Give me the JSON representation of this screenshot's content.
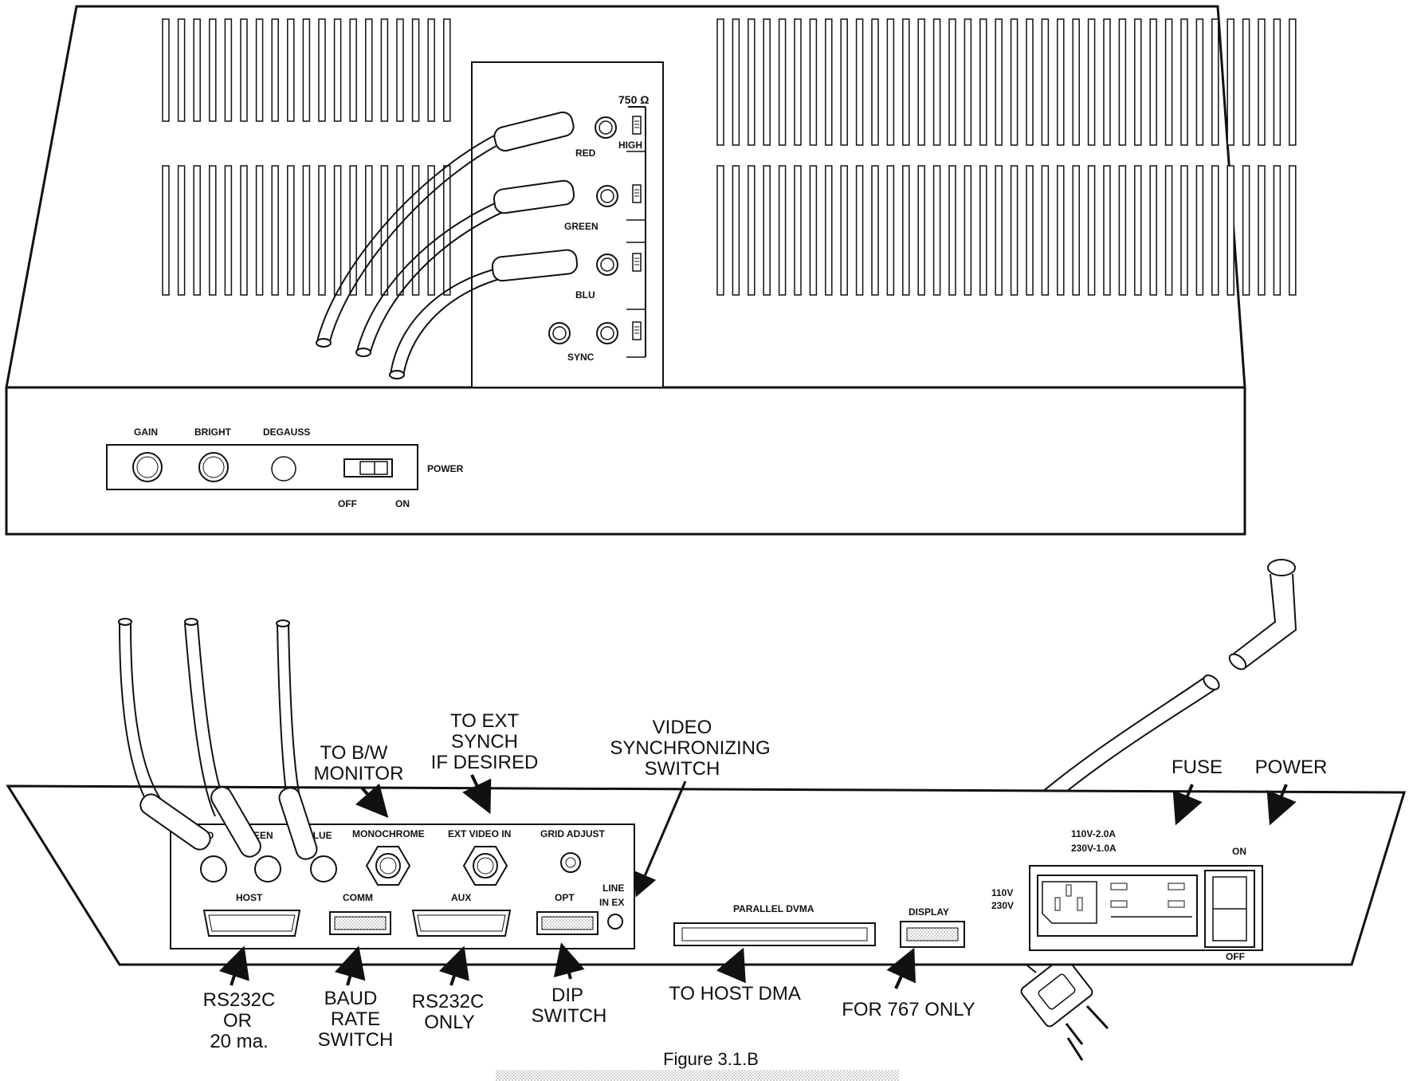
{
  "monitor": {
    "termination_label": "750 Ω",
    "high_label": "HIGH",
    "jacks": [
      "RED",
      "GREEN",
      "BLU",
      "SYNC"
    ],
    "controls": [
      "GAIN",
      "BRIGHT",
      "DEGAUSS"
    ],
    "power_label": "POWER",
    "off_label": "OFF",
    "on_label": "ON"
  },
  "unit": {
    "panel_labels": {
      "red": "RED",
      "green": "GREEN",
      "blue": "BLUE",
      "monochrome": "MONOCHROME",
      "ext_video_in": "EXT VIDEO IN",
      "grid_adjust": "GRID ADJUST",
      "host": "HOST",
      "comm": "COMM",
      "aux": "AUX",
      "opt": "OPT",
      "line": "LINE",
      "in_ex": "IN EX",
      "parallel_dvma": "PARALLEL  DVMA",
      "display": "DISPLAY",
      "voltage_110": "110V",
      "voltage_230": "230V",
      "fuse_rating_1": "110V-2.0A",
      "fuse_rating_2": "230V-1.0A",
      "switch_on": "ON",
      "switch_off": "OFF"
    }
  },
  "callouts": {
    "to_bw_monitor": [
      "TO B/W",
      "MONITOR"
    ],
    "to_ext_synch": [
      "TO EXT",
      "SYNCH",
      "IF DESIRED"
    ],
    "video_sync_switch": [
      "VIDEO",
      "SYNCHRONIZING",
      "SWITCH"
    ],
    "fuse": "FUSE",
    "power": "POWER",
    "rs232c_or": [
      "RS232C",
      "OR",
      "20 ma."
    ],
    "baud_rate_switch": [
      "BAUD",
      "RATE",
      "SWITCH"
    ],
    "rs232c_only": [
      "RS232C",
      "ONLY"
    ],
    "dip_switch": [
      "DIP",
      "SWITCH"
    ],
    "to_host_dma": "TO HOST DMA",
    "for_767_only": "FOR 767 ONLY"
  },
  "caption": "Figure 3.1.B"
}
